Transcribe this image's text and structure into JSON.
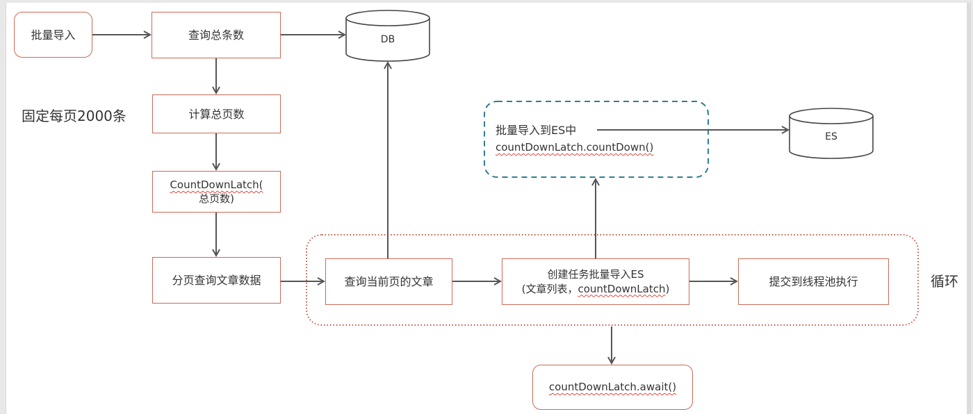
{
  "diagram": {
    "nodes": {
      "batch_import": "批量导入",
      "query_total_count": "查询总条数",
      "calc_total_pages": "计算总页数",
      "countdownlatch_line1": "CountDownLatch(",
      "countdownlatch_line2": "总页数)",
      "paged_query": "分页查询文章数据",
      "query_current_page": "查询当前页的文章",
      "create_task_line1": "创建任务批量导入ES",
      "create_task_line2_prefix": "(文章列表，",
      "create_task_line2_code": "countDownLatch",
      "create_task_line2_suffix": ")",
      "submit_threadpool": "提交到线程池执行",
      "await": "countDownLatch.await()"
    },
    "databases": {
      "db": "DB",
      "es": "ES"
    },
    "async_box": {
      "line1": "批量导入到ES中",
      "line2": "countDownLatch.countDown()"
    },
    "annotations": {
      "page_size_note": "固定每页2000条",
      "loop_label": "循环"
    },
    "colors": {
      "node_border": "#c96a55",
      "arrow": "#555555",
      "loop_border": "#c0573f",
      "async_border": "#2e7d94",
      "spellcheck": "#e0443e"
    }
  }
}
